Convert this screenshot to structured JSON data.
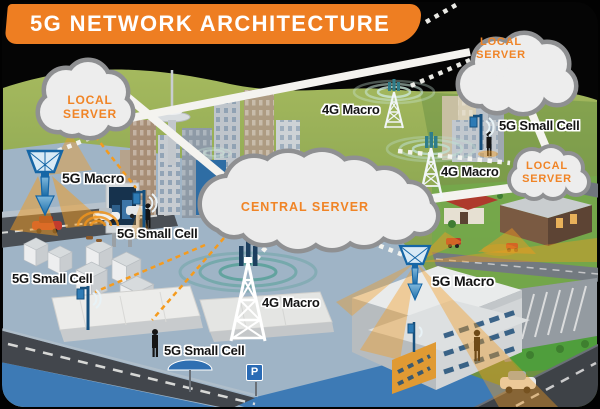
{
  "title": "5G NETWORK ARCHITECTURE",
  "clouds": {
    "local_left": {
      "line1": "LOCAL",
      "line2": "SERVER"
    },
    "local_top_right": {
      "line1": "LOCAL",
      "line2": "SERVER"
    },
    "local_right": {
      "line1": "LOCAL",
      "line2": "SERVER"
    },
    "central": {
      "label": "CENTRAL SERVER"
    }
  },
  "labels": {
    "macro5g_left": "5G Macro",
    "smallcell_mid_left": "5G Small Cell",
    "smallcell_far_left": "5G Small Cell",
    "smallcell_bottom": "5G Small Cell",
    "macro4g_bottom": "4G Macro",
    "macro4g_top": "4G Macro",
    "macro4g_right": "4G Macro",
    "smallcell_top_right": "5G Small Cell",
    "macro5g_bottom_right": "5G Macro"
  },
  "signs": {
    "parking": "P"
  },
  "icons": {
    "cloud": "server-cloud",
    "macro_5g": "5g-macro-tower",
    "macro_4g": "4g-lattice-tower",
    "small_cell": "small-cell-pole"
  },
  "colors": {
    "banner_orange": "#EE7E22",
    "cloud_text_orange": "#F08426",
    "hill_green": "#86A44E",
    "ground_blue_gray": "#9FB4C6",
    "water_blue": "#3D7AB5",
    "road_gray": "#474C52",
    "wave_teal": "#4E9D91",
    "beam_orange": "#F59B1E",
    "tower_blue": "#1566A6",
    "link_white": "#F4F3EF",
    "cloud_border_gray": "#8F9092"
  }
}
